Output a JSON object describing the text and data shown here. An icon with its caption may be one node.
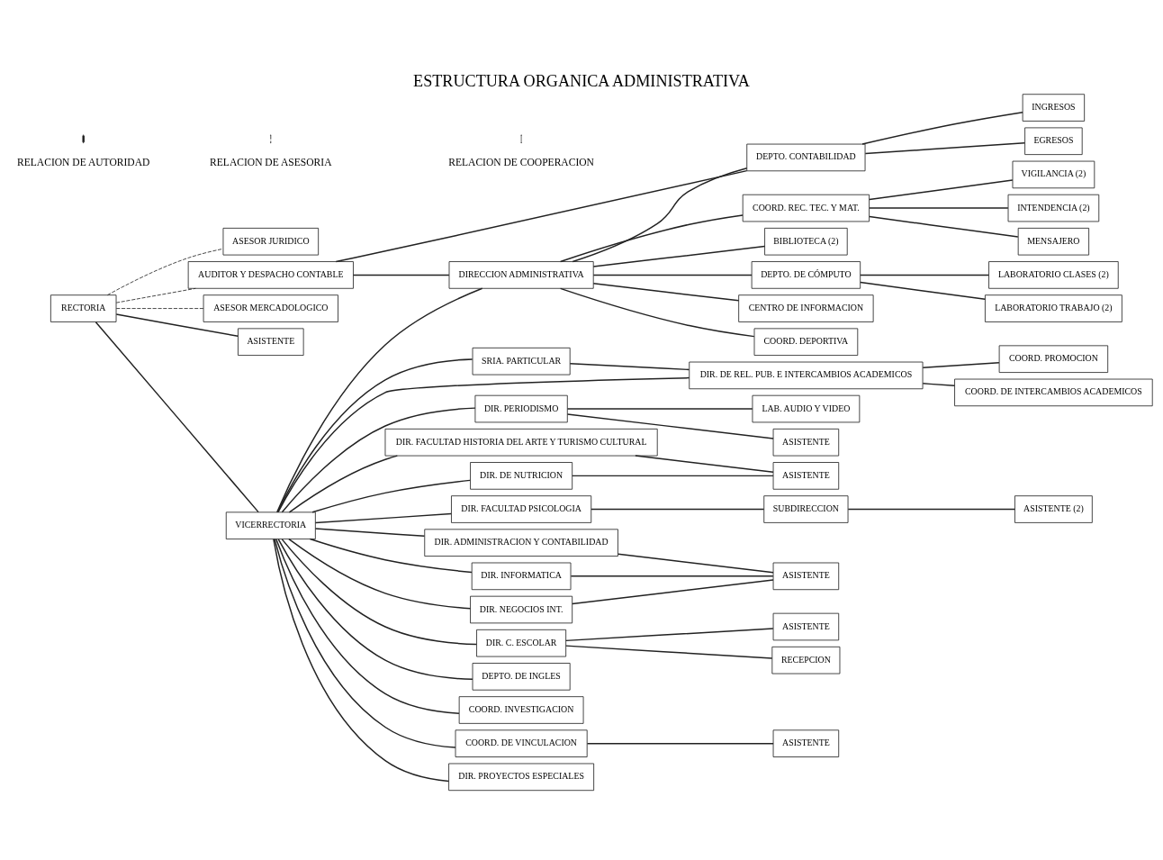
{
  "diagram": {
    "title": "ESTRUCTURA ORGANICA ADMINISTRATIVA",
    "nodes": [
      {
        "text": [
          "RECTORIA"
        ]
      },
      {
        "text": [
          "ASESOR JURIDICO"
        ]
      },
      {
        "text": [
          "AUDITOR Y DESPACHO CONTABLE"
        ]
      },
      {
        "text": [
          "ASESOR MERCADOLOGICO"
        ]
      },
      {
        "text": [
          "ASISTENTE"
        ]
      },
      {
        "text": [
          "SRIA. PARTICULAR"
        ]
      },
      {
        "text": [
          "VICERRECTORIA"
        ]
      },
      {
        "text": [
          "DIR. DE REL. PUB. E INTERCAMBIOS ACADEMICOS"
        ]
      },
      {
        "text": [
          "COORD. PROMOCION"
        ]
      },
      {
        "text": [
          "COORD. DE INTERCAMBIOS ACADEMICOS"
        ]
      },
      {
        "text": [
          "DIRECCION ADMINISTRATIVA"
        ]
      },
      {
        "text": [
          "DIR. PERIODISMO"
        ]
      },
      {
        "text": [
          "LAB. AUDIO Y VIDEO"
        ]
      },
      {
        "text": [
          "ASISTENTE"
        ]
      },
      {
        "text": [
          "DIR. FACULTAD HISTORIA DEL ARTE Y TURISMO CULTURAL"
        ]
      },
      {
        "text": [
          "DIR. DE NUTRICION"
        ]
      },
      {
        "text": [
          "ASISTENTE"
        ]
      },
      {
        "text": [
          "DIR. FACULTAD PSICOLOGIA"
        ]
      },
      {
        "text": [
          "SUBDIRECCION"
        ]
      },
      {
        "text": [
          "ASISTENTE (2)"
        ]
      },
      {
        "text": [
          "DIR. ADMINISTRACION Y CONTABILIDAD"
        ]
      },
      {
        "text": [
          "DIR. INFORMATICA"
        ]
      },
      {
        "text": [
          "ASISTENTE"
        ]
      },
      {
        "text": [
          "DIR. NEGOCIOS INT."
        ]
      },
      {
        "text": [
          "DIR. C. ESCOLAR"
        ]
      },
      {
        "text": [
          "ASISTENTE"
        ]
      },
      {
        "text": [
          "RECEPCION"
        ]
      },
      {
        "text": [
          "DEPTO. DE INGLES"
        ]
      },
      {
        "text": [
          "COORD. INVESTIGACION"
        ]
      },
      {
        "text": [
          "COORD. DE VINCULACION"
        ]
      },
      {
        "text": [
          "ASISTENTE"
        ]
      },
      {
        "text": [
          "DIR. PROYECTOS ESPECIALES"
        ]
      },
      {
        "text": [
          "DEPTO. CONTABILIDAD"
        ]
      },
      {
        "text": [
          "INGRESOS"
        ]
      },
      {
        "text": [
          "EGRESOS"
        ]
      },
      {
        "text": [
          "COORD. REC. TEC. Y MAT."
        ]
      },
      {
        "text": [
          "VIGILANCIA (2)"
        ]
      },
      {
        "text": [
          "INTENDENCIA (2)"
        ]
      },
      {
        "text": [
          "MENSAJERO"
        ]
      },
      {
        "text": [
          "BIBLIOTECA (2)"
        ]
      },
      {
        "text": [
          "DEPTO. DE CÓMPUTO"
        ]
      },
      {
        "text": [
          "LABORATORIO CLASES (2)"
        ]
      },
      {
        "text": [
          "LABORATORIO TRABAJO (2)"
        ]
      },
      {
        "text": [
          "CENTRO DE INFORMACION"
        ]
      },
      {
        "text": [
          "COORD. DEPORTIVA"
        ]
      }
    ],
    "edges": [
      {
        "from": 0,
        "to": 1,
        "arrow": "none",
        "style": "dashed"
      },
      {
        "from": 0,
        "to": 2,
        "arrow": "none",
        "style": "dashed"
      },
      {
        "from": 0,
        "to": 3,
        "arrow": "none",
        "style": "dashed"
      },
      {
        "from": 0,
        "to": 4,
        "arrow": "none"
      },
      {
        "from": 0,
        "to": 6,
        "arrow": "none"
      },
      {
        "from": 6,
        "to": 5,
        "arrow": "none"
      },
      {
        "from": 5,
        "to": 7,
        "arrow": "none"
      },
      {
        "from": 6,
        "to": 7,
        "arrow": "none"
      },
      {
        "from": 7,
        "to": 8,
        "arrow": "none"
      },
      {
        "from": 7,
        "to": 9,
        "arrow": "none"
      },
      {
        "from": 6,
        "to": 10,
        "arrow": "none"
      },
      {
        "from": 2,
        "to": 10,
        "arrow": "none"
      },
      {
        "from": 6,
        "to": 11,
        "arrow": "none"
      },
      {
        "from": 11,
        "to": 12,
        "arrow": "none"
      },
      {
        "from": 11,
        "to": 13,
        "arrow": "none"
      },
      {
        "from": 6,
        "to": 14,
        "arrow": "none"
      },
      {
        "from": 6,
        "to": 15,
        "arrow": "none"
      },
      {
        "from": 14,
        "to": 16,
        "arrow": "none"
      },
      {
        "from": 15,
        "to": 16,
        "arrow": "none"
      },
      {
        "from": 6,
        "to": 17,
        "arrow": "none"
      },
      {
        "from": 17,
        "to": 18,
        "arrow": "none"
      },
      {
        "from": 18,
        "to": 19,
        "arrow": "none"
      },
      {
        "from": 6,
        "to": 20,
        "arrow": "none"
      },
      {
        "from": 6,
        "to": 21,
        "arrow": "none"
      },
      {
        "from": 6,
        "to": 23,
        "arrow": "none"
      },
      {
        "from": 20,
        "to": 22,
        "arrow": "none"
      },
      {
        "from": 21,
        "to": 22,
        "arrow": "none"
      },
      {
        "from": 23,
        "to": 22,
        "arrow": "none"
      },
      {
        "from": 6,
        "to": 24,
        "arrow": "none"
      },
      {
        "from": 24,
        "to": 25,
        "arrow": "none"
      },
      {
        "from": 24,
        "to": 26,
        "arrow": "none"
      },
      {
        "from": 6,
        "to": 27,
        "arrow": "none"
      },
      {
        "from": 6,
        "to": 28,
        "arrow": "none"
      },
      {
        "from": 6,
        "to": 29,
        "arrow": "none"
      },
      {
        "from": 29,
        "to": 30,
        "arrow": "none"
      },
      {
        "from": 6,
        "to": 31,
        "arrow": "none"
      },
      {
        "from": 10,
        "to": 32,
        "arrow": "none"
      },
      {
        "from": 2,
        "to": 32,
        "arrow": "none"
      },
      {
        "from": 32,
        "to": 33,
        "arrow": "none"
      },
      {
        "from": 32,
        "to": 34,
        "arrow": "none"
      },
      {
        "from": 10,
        "to": 35,
        "arrow": "none"
      },
      {
        "from": 35,
        "to": 36,
        "arrow": "none"
      },
      {
        "from": 35,
        "to": 37,
        "arrow": "none"
      },
      {
        "from": 35,
        "to": 38,
        "arrow": "none"
      },
      {
        "from": 10,
        "to": 39,
        "arrow": "none"
      },
      {
        "from": 10,
        "to": 40,
        "arrow": "none"
      },
      {
        "from": 40,
        "to": 41,
        "arrow": "none"
      },
      {
        "from": 40,
        "to": 42,
        "arrow": "none"
      },
      {
        "from": 10,
        "to": 43,
        "arrow": "none"
      },
      {
        "from": 10,
        "to": 44,
        "arrow": "none"
      }
    ],
    "legend": [
      {
        "text": "RELACION DE AUTORIDAD"
      },
      {
        "text": "RELACION DE ASESORIA"
      },
      {
        "text": "RELACION DE COOPERACION"
      }
    ]
  }
}
